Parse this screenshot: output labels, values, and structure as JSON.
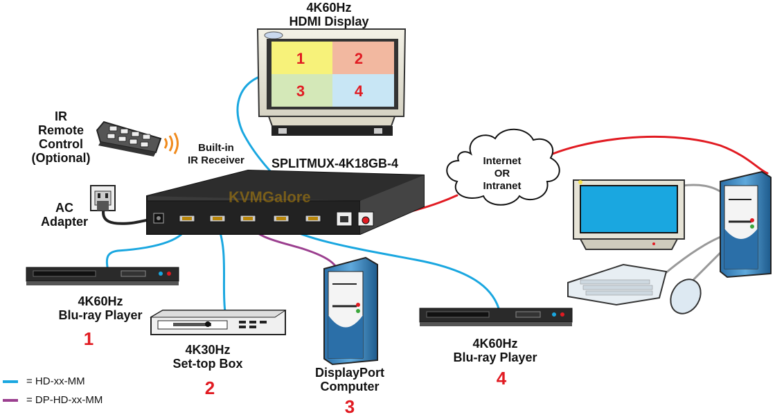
{
  "display": {
    "label_line1": "4K60Hz",
    "label_line2": "HDMI Display",
    "quadrants": [
      "1",
      "2",
      "3",
      "4"
    ],
    "quadrant_colors": [
      "#f7f27a",
      "#f2b8a0",
      "#d4e8b8",
      "#c8e6f5"
    ]
  },
  "remote": {
    "line1": "IR",
    "line2": "Remote",
    "line3": "Control",
    "line4": "(Optional)"
  },
  "receiver": {
    "line1": "Built-in",
    "line2": "IR Receiver"
  },
  "switch": {
    "model": "SPLITMUX-4K18GB-4",
    "watermark": "KVMGalore"
  },
  "adapter": {
    "line1": "AC",
    "line2": "Adapter"
  },
  "network": {
    "line1": "Internet",
    "line2": "OR",
    "line3": "Intranet"
  },
  "sources": [
    {
      "line1": "4K60Hz",
      "line2": "Blu-ray Player",
      "number": "1"
    },
    {
      "line1": "4K30Hz",
      "line2": "Set-top Box",
      "number": "2"
    },
    {
      "line1": "DisplayPort",
      "line2": "Computer",
      "number": "3"
    },
    {
      "line1": "4K60Hz",
      "line2": "Blu-ray Player",
      "number": "4"
    }
  ],
  "legend": [
    {
      "text": "= HD-xx-MM",
      "color": "#1aa7e0"
    },
    {
      "text": "= DP-HD-xx-MM",
      "color": "#9b3f8f"
    }
  ],
  "colors": {
    "hdmi_cable": "#1aa7e0",
    "dp_cable": "#9b3f8f",
    "network_cable": "#e11b22",
    "number_red": "#e11b22"
  }
}
